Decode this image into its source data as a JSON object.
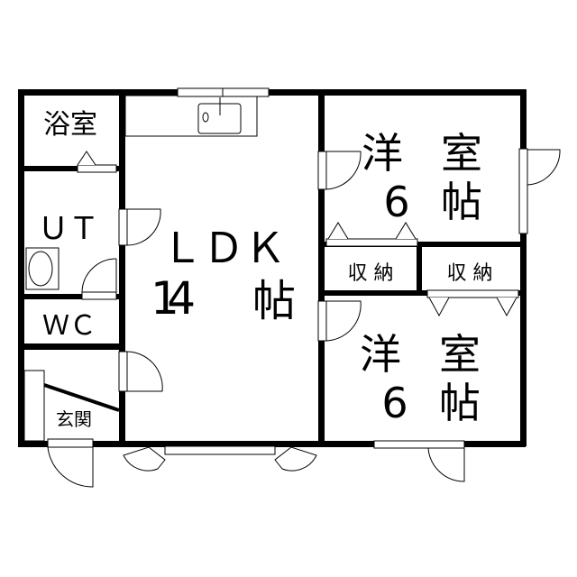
{
  "rooms": {
    "bath": "浴室",
    "utility": "ＵＴ",
    "toilet": "ＷＣ",
    "entrance": "玄関",
    "ldk": {
      "name": "ＬＤＫ",
      "size": "14",
      "unit": "帖"
    },
    "western_room_1": {
      "name_a": "洋",
      "name_b": "室",
      "size": "6",
      "unit": "帖"
    },
    "western_room_2": {
      "name_a": "洋",
      "name_b": "室",
      "size": "6",
      "unit": "帖"
    },
    "storage_1": "収 納",
    "storage_2": "収 納"
  }
}
